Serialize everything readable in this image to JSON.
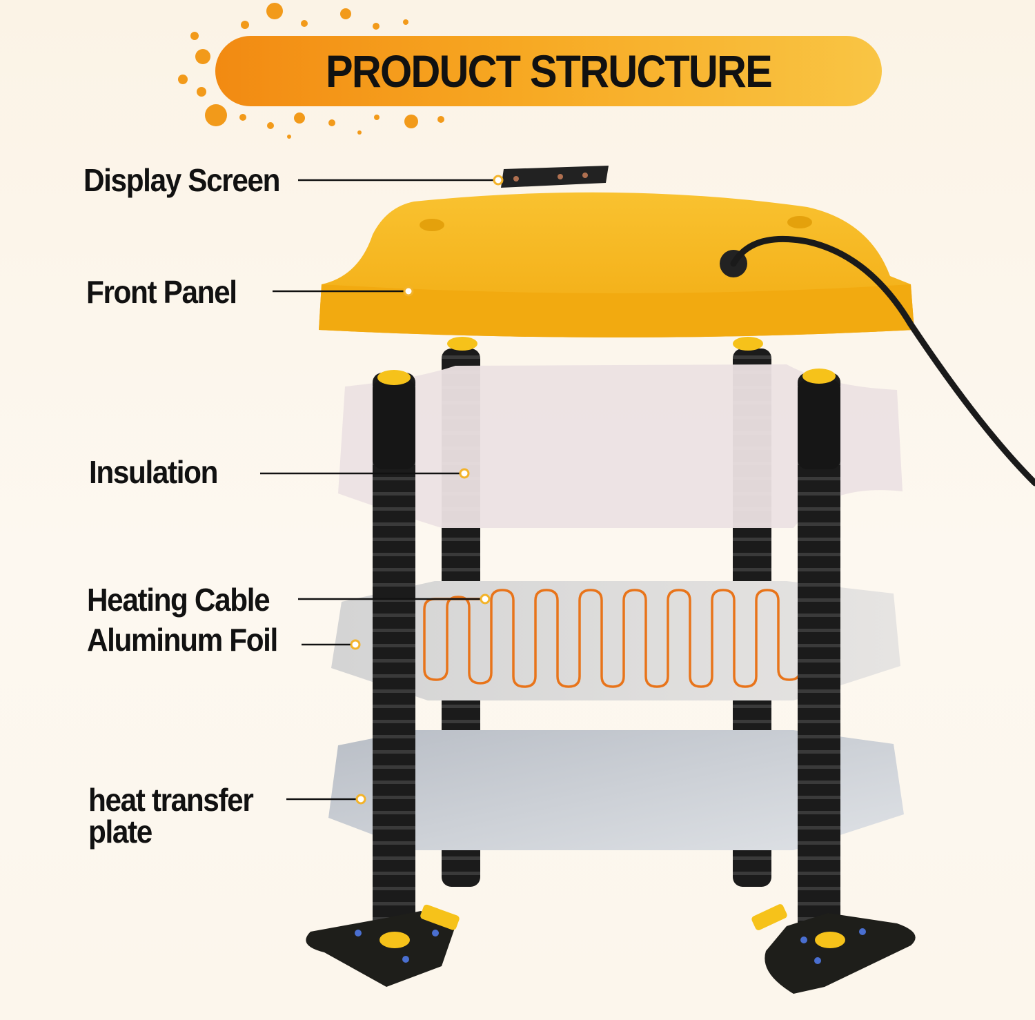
{
  "title": "PRODUCT STRUCTURE",
  "labels": {
    "display_screen": "Display Screen",
    "front_panel": "Front Panel",
    "insulation": "Insulation",
    "heating_cable": "Heating Cable",
    "aluminum_foil": "Aluminum Foil",
    "heat_transfer_plate": "heat transfer plate"
  },
  "colors": {
    "banner_start": "#f28a12",
    "banner_end": "#f9c544",
    "panel_yellow": "#f5b51c",
    "leg_black": "#1a1a1a",
    "heating_cable": "#e8741a",
    "insulation": "#ece2e2",
    "foil": "#d6d6d6",
    "plate": "#c9ccd1"
  }
}
